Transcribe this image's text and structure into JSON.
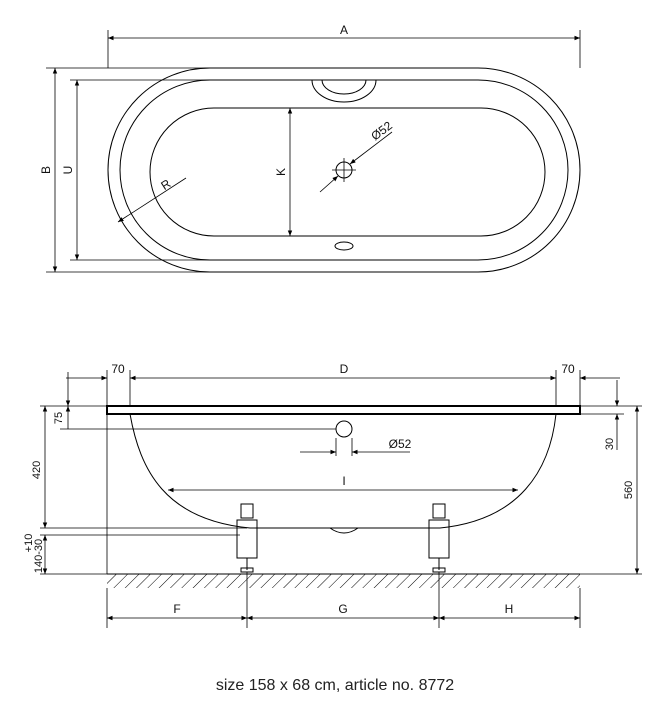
{
  "plan_labels": {
    "a": "A",
    "b": "B",
    "u": "U",
    "k": "K",
    "r": "R",
    "drain": "Ø52"
  },
  "elevation_labels": {
    "left_rim": "70",
    "right_rim": "70",
    "d": "D",
    "depth_75": "75",
    "depth_420": "420",
    "height_560": "560",
    "dim_30": "30",
    "leg_adjust_top": "+10",
    "leg_adjust_bottom": "140-30",
    "i": "I",
    "f": "F",
    "g": "G",
    "h": "H",
    "overflow": "Ø52"
  },
  "caption": "size 158 x 68 cm, article no. 8772"
}
